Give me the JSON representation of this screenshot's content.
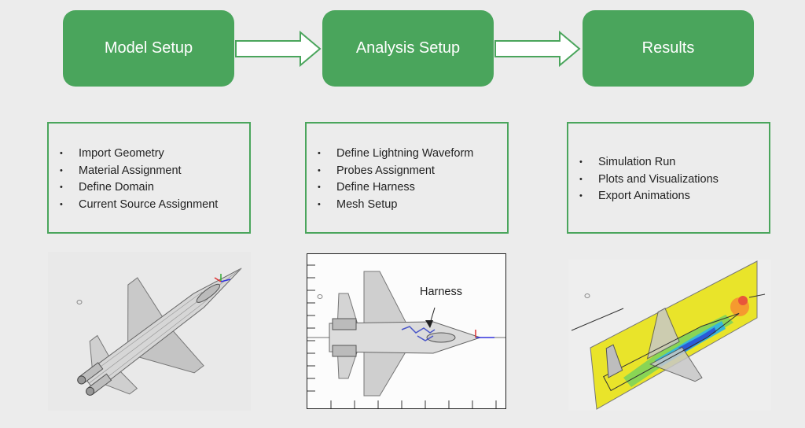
{
  "steps": [
    {
      "label": "Model Setup"
    },
    {
      "label": "Analysis Setup"
    },
    {
      "label": "Results"
    }
  ],
  "panels": {
    "model": [
      "Import Geometry",
      "Material Assignment",
      "Define Domain",
      "Current Source Assignment"
    ],
    "analysis": [
      "Define Lightning Waveform",
      "Probes Assignment",
      "Define Harness",
      "Mesh Setup"
    ],
    "results": [
      "Simulation Run",
      "Plots and Visualizations",
      "Export Animations"
    ]
  },
  "images": {
    "analysis_annotation": "Harness"
  },
  "colors": {
    "accent": "#4aa55c",
    "background": "#ececec"
  }
}
